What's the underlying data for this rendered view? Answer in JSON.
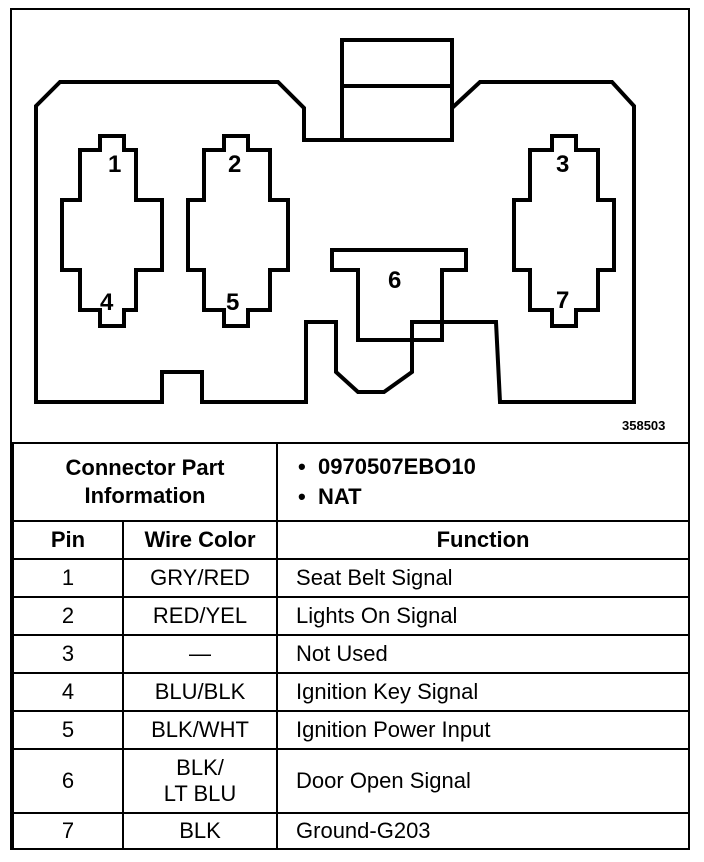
{
  "diagram": {
    "figure_id": "358503",
    "cavities": [
      "1",
      "2",
      "3",
      "4",
      "5",
      "6",
      "7"
    ]
  },
  "info": {
    "title_line1": "Connector Part",
    "title_line2": "Information",
    "values": [
      "0970507EBO10",
      "NAT"
    ]
  },
  "table": {
    "headers": [
      "Pin",
      "Wire Color",
      "Function"
    ],
    "rows": [
      {
        "pin": "1",
        "color": "GRY/RED",
        "function": "Seat Belt Signal"
      },
      {
        "pin": "2",
        "color": "RED/YEL",
        "function": "Lights On Signal"
      },
      {
        "pin": "3",
        "color": "—",
        "function": "Not Used"
      },
      {
        "pin": "4",
        "color": "BLU/BLK",
        "function": "Ignition Key Signal"
      },
      {
        "pin": "5",
        "color": "BLK/WHT",
        "function": "Ignition Power Input"
      },
      {
        "pin": "6",
        "color_line1": "BLK/",
        "color_line2": "LT BLU",
        "function": "Door Open Signal"
      },
      {
        "pin": "7",
        "color": "BLK",
        "function": "Ground-G203"
      }
    ]
  }
}
